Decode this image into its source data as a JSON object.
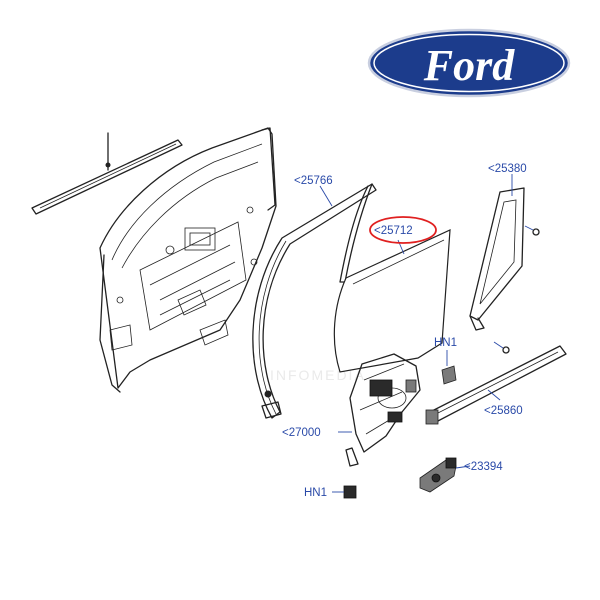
{
  "brand": {
    "logo_text": "Ford",
    "logo_color": "#1c3c8c"
  },
  "accent_circle_color": "#e02020",
  "callout_color": "#2a4aa8",
  "callouts": {
    "c25766": "<25766",
    "c25712": "<25712",
    "c25380": "<25380",
    "hn1_top": "HN1",
    "c25860": "<25860",
    "c27000": "<27000",
    "c23394": "<23394",
    "hn1_bottom": "HN1"
  },
  "highlighted_part": "c25712"
}
